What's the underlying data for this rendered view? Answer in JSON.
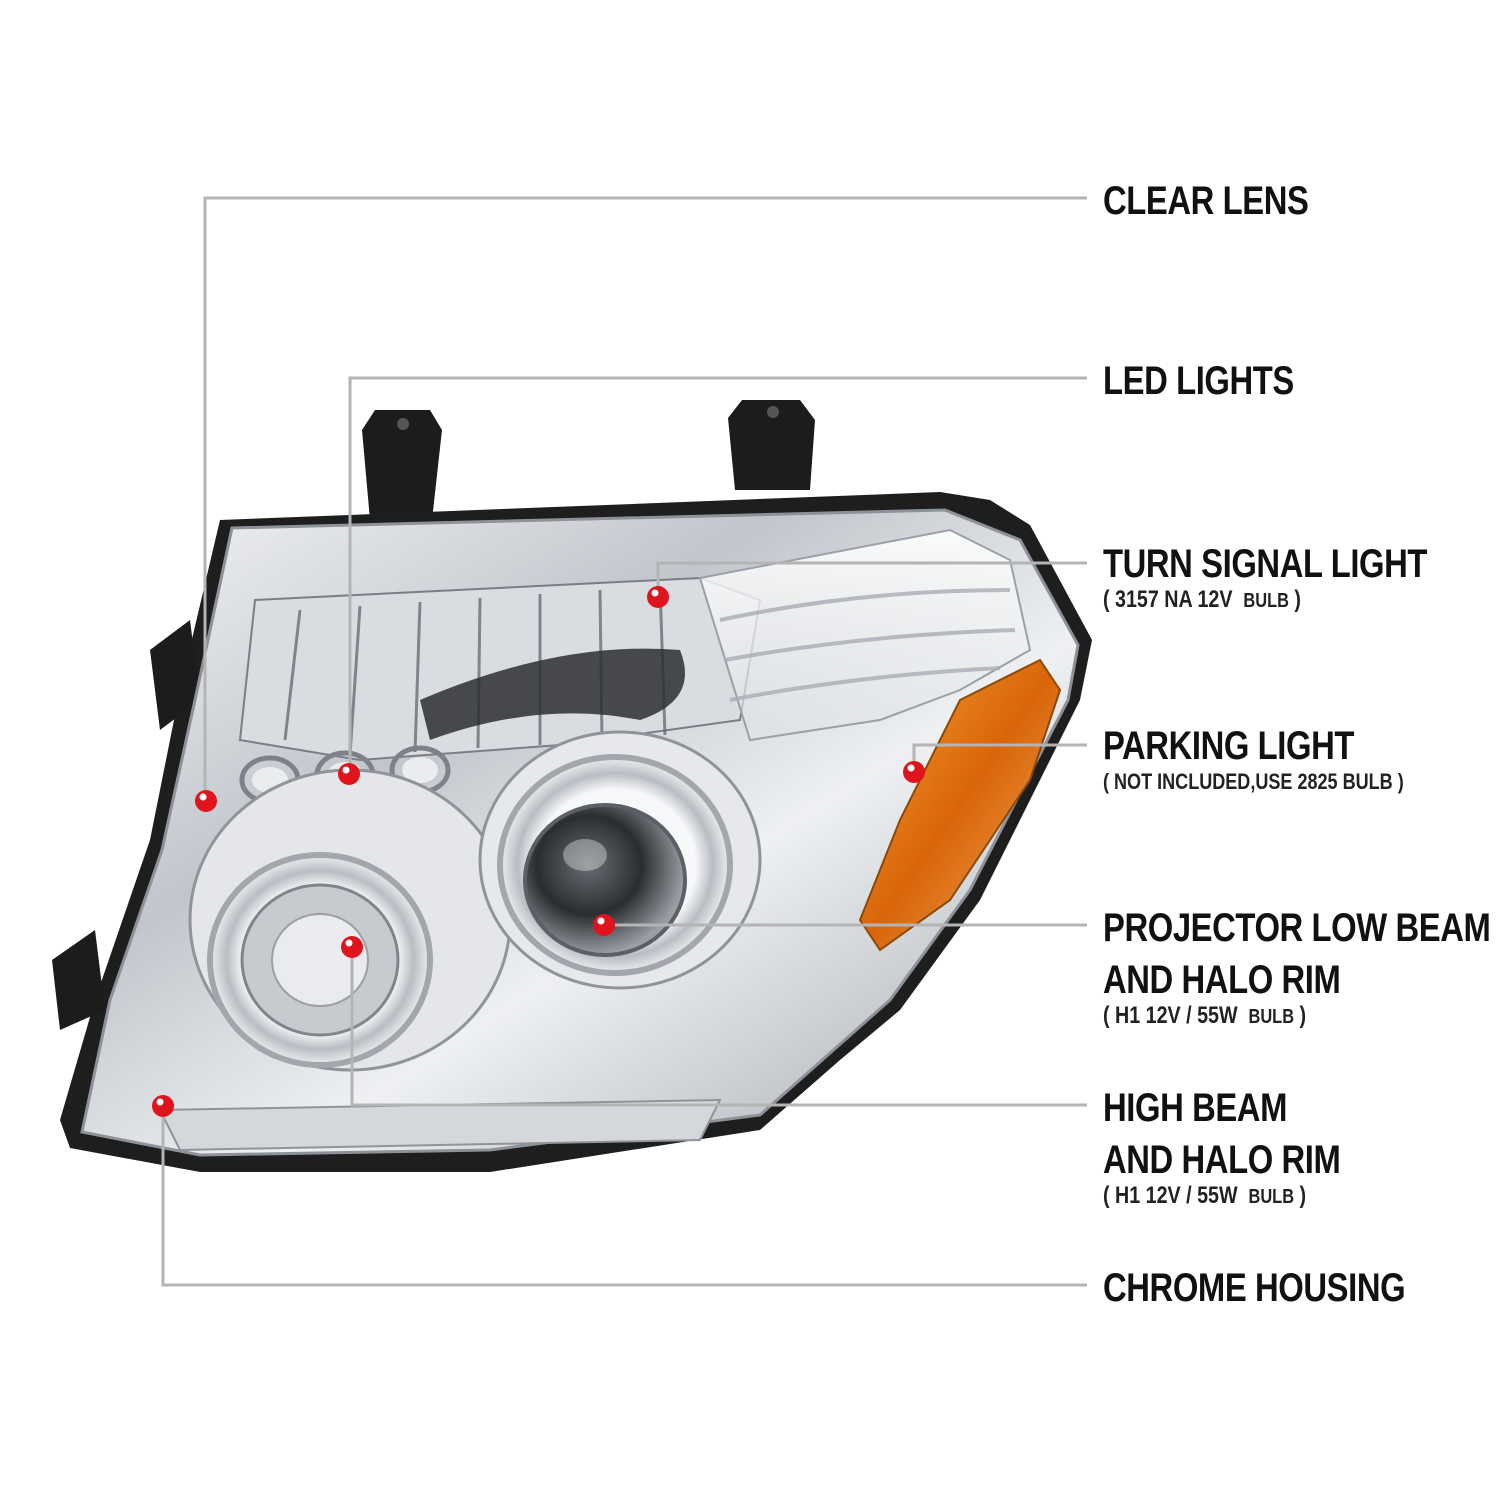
{
  "callouts": [
    {
      "id": "clear-lens",
      "lines": [
        "CLEAR LENS"
      ],
      "spec": null
    },
    {
      "id": "led-lights",
      "lines": [
        "LED LIGHTS"
      ],
      "spec": null
    },
    {
      "id": "turn-signal-light",
      "lines": [
        "TURN SIGNAL LIGHT"
      ],
      "spec": {
        "open": "( ",
        "main": "3157 NA  12V",
        "unit": "BULB",
        "close": " )"
      }
    },
    {
      "id": "parking-light",
      "lines": [
        "PARKING LIGHT"
      ],
      "spec": {
        "open": "( ",
        "main": "NOT INCLUDED,USE 2825 BULB",
        "unit": "",
        "close": " )"
      }
    },
    {
      "id": "projector-low-beam",
      "lines": [
        "PROJECTOR LOW BEAM",
        "AND HALO RIM"
      ],
      "spec": {
        "open": "( ",
        "main": "H1  12V / 55W",
        "unit": "BULB",
        "close": " )"
      }
    },
    {
      "id": "high-beam",
      "lines": [
        "HIGH BEAM",
        "AND HALO RIM"
      ],
      "spec": {
        "open": "( ",
        "main": "H1  12V / 55W",
        "unit": "BULB",
        "close": " )"
      }
    },
    {
      "id": "chrome-housing",
      "lines": [
        "CHROME HOUSING"
      ],
      "spec": null
    }
  ],
  "colors": {
    "leader_line": "#b4b4b4",
    "marker": "#e0141c",
    "text": "#111111",
    "amber_lens": "#e07a10",
    "black_plastic": "#1c1c1c",
    "chrome": "#c9ccd1"
  }
}
